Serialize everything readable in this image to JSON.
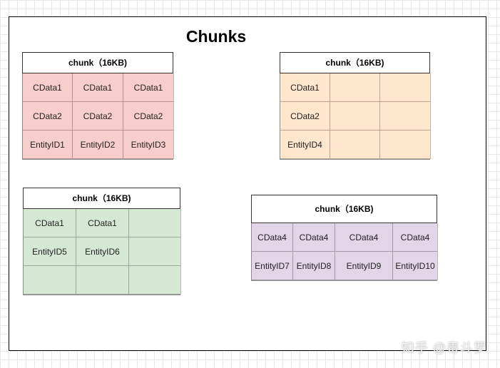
{
  "title": "Chunks",
  "watermark": "知乎 @毒斗罗",
  "colors": {
    "red": "#f8cecc",
    "orange": "#ffe6cc",
    "green": "#d5e8d4",
    "purple": "#e1d5e7"
  },
  "chunks": [
    {
      "header": "chunk（16KB)",
      "color": "red",
      "rows": [
        [
          "CData1",
          "CData1",
          "CData1"
        ],
        [
          "CData2",
          "CData2",
          "CData2"
        ],
        [
          "EntityID1",
          "EntityID2",
          "EntityID3"
        ]
      ]
    },
    {
      "header": "chunk（16KB)",
      "color": "orange",
      "rows": [
        [
          "CData1",
          "",
          ""
        ],
        [
          "CData2",
          "",
          ""
        ],
        [
          "EntityID4",
          "",
          ""
        ]
      ]
    },
    {
      "header": "chunk（16KB)",
      "color": "green",
      "rows": [
        [
          "CData1",
          "CData1",
          ""
        ],
        [
          "EntityID5",
          "EntityID6",
          ""
        ],
        [
          "",
          "",
          ""
        ]
      ]
    },
    {
      "header": "chunk（16KB)",
      "color": "purple",
      "rows": [
        [
          "CData4",
          "CData4",
          "CData4",
          "CData4"
        ],
        [
          "EntityID7",
          "EntityID8",
          "EntityID9",
          "EntityID10"
        ]
      ]
    }
  ]
}
